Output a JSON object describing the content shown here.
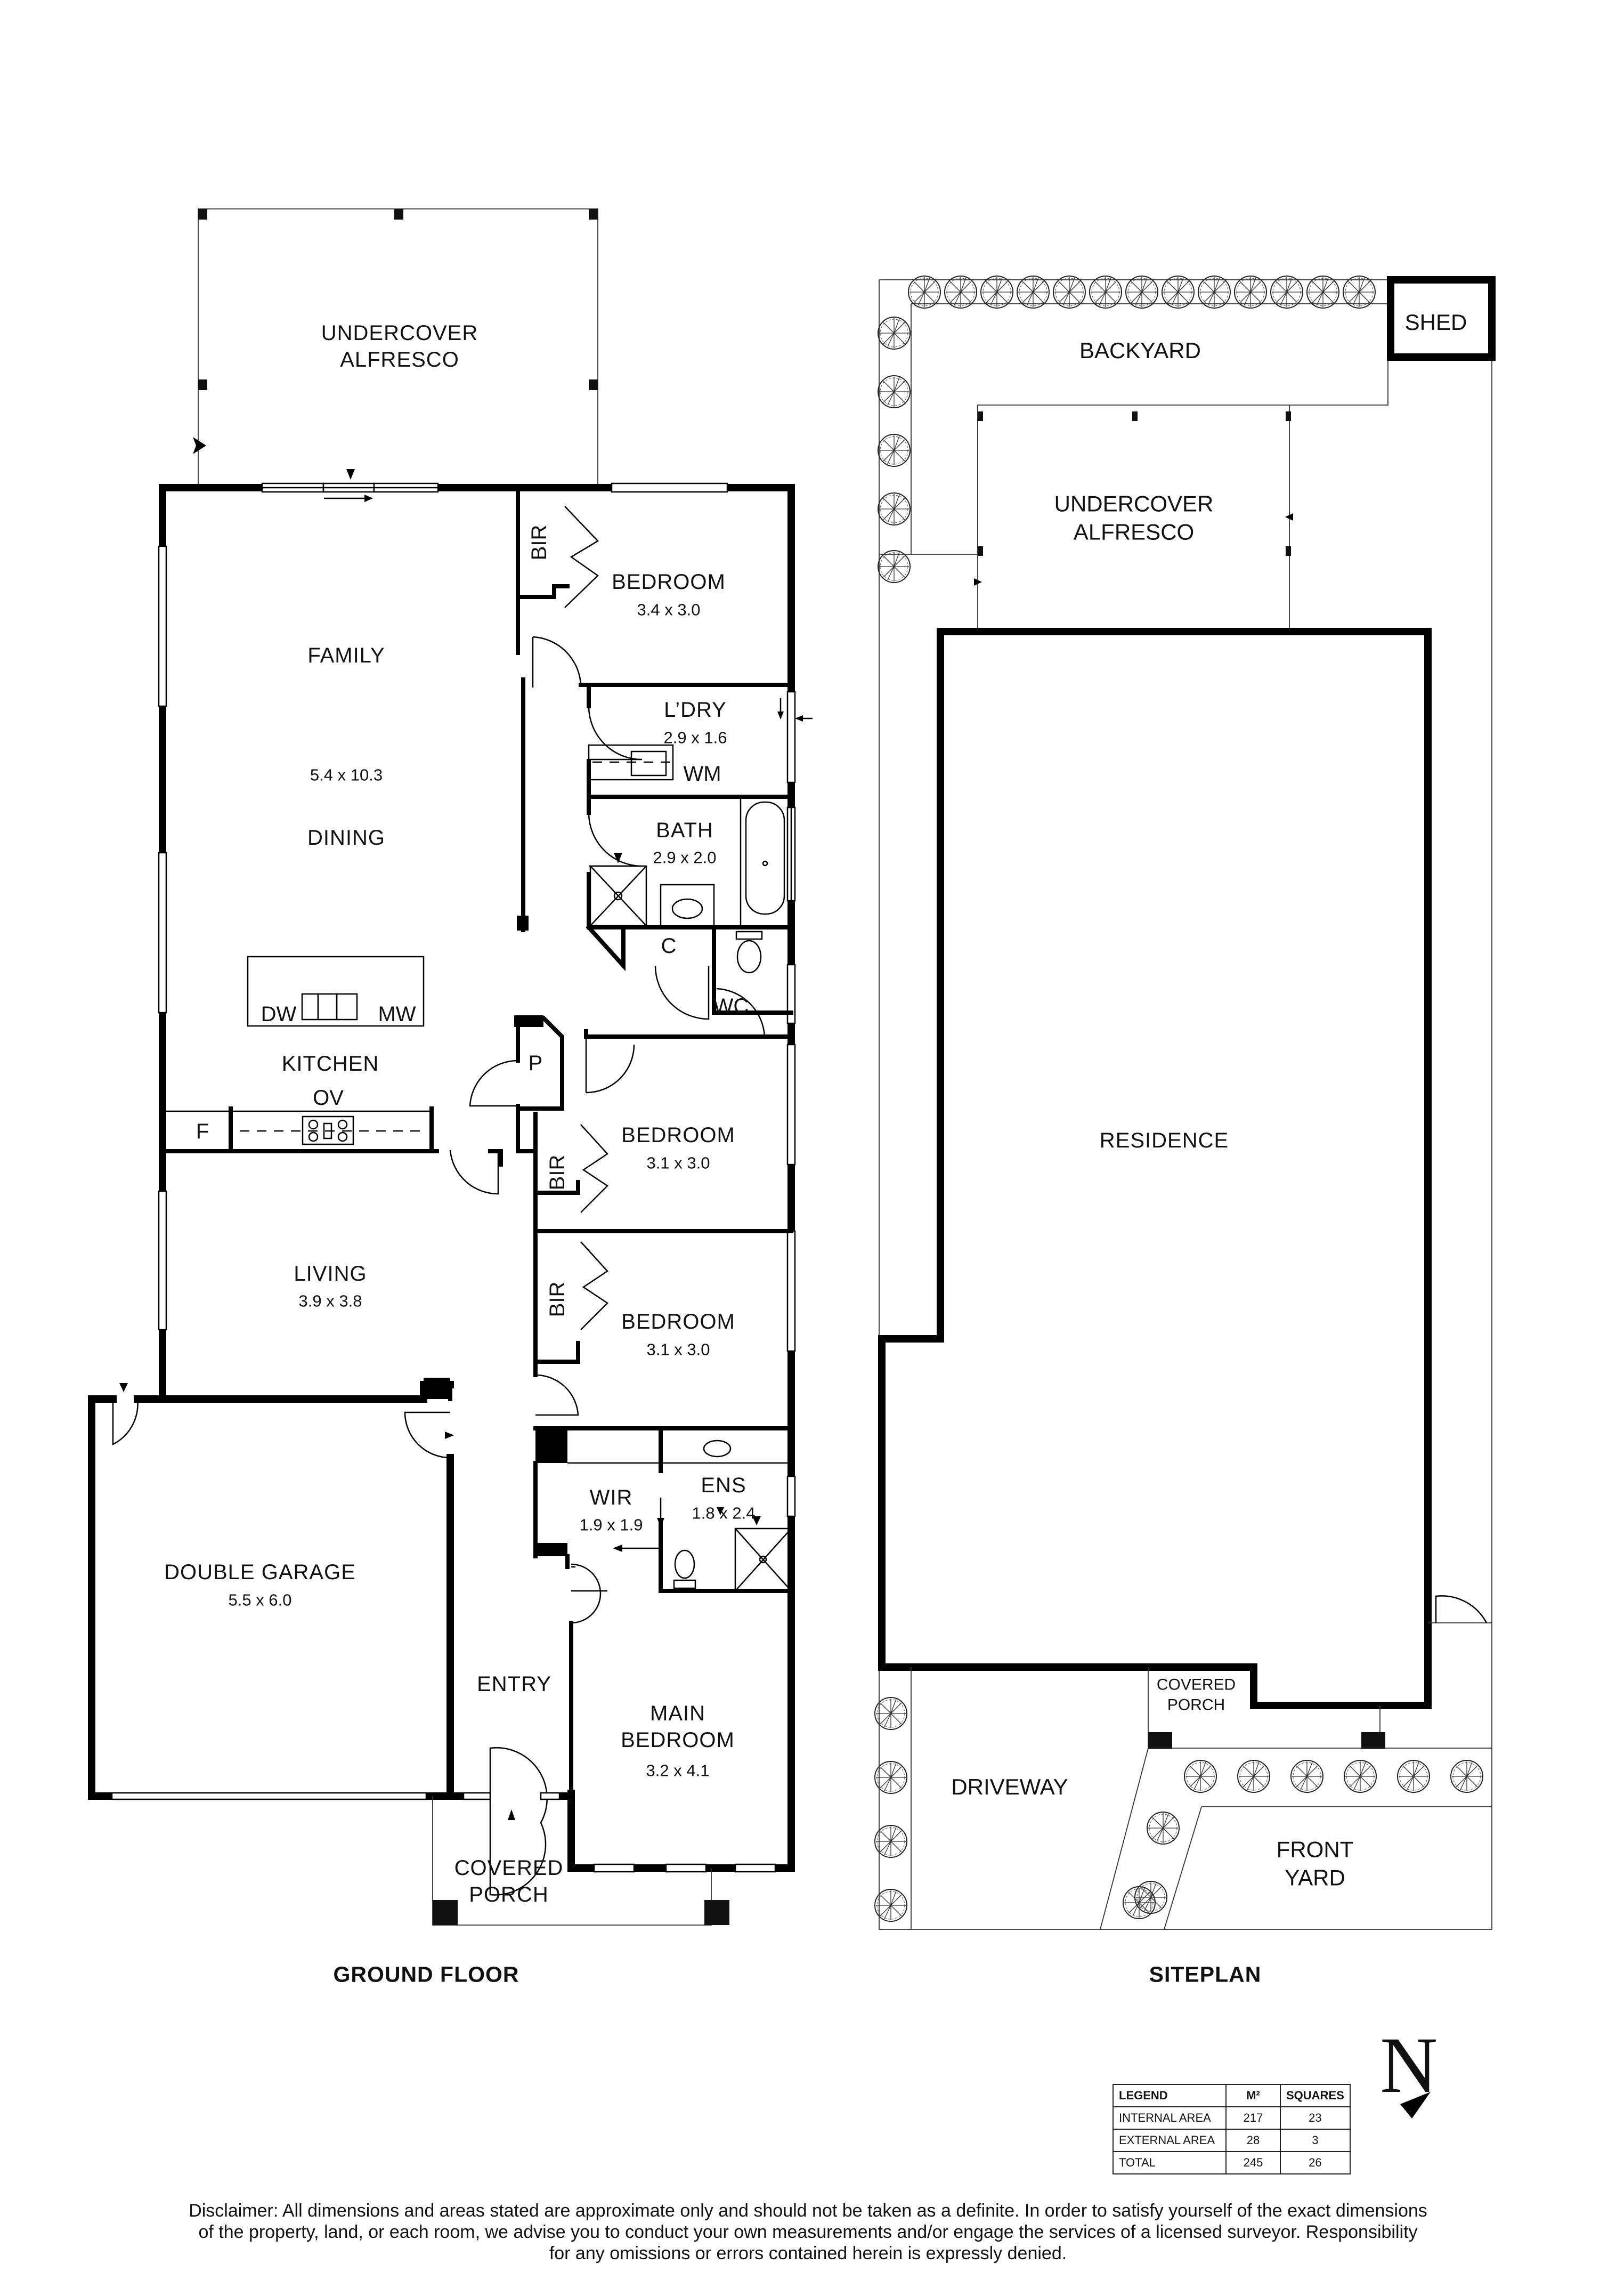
{
  "ground_floor": {
    "title": "GROUND FLOOR",
    "rooms": {
      "alfresco": {
        "name_line1": "UNDERCOVER",
        "name_line2": "ALFRESCO"
      },
      "family": {
        "name": "FAMILY",
        "dims": "5.4 x 10.3"
      },
      "dining": {
        "name": "DINING"
      },
      "kitchen": {
        "name": "KITCHEN"
      },
      "bedroom_2": {
        "name": "BEDROOM",
        "dims": "3.4 x 3.0"
      },
      "bir_1": {
        "name": "BIR"
      },
      "laundry": {
        "name": "L’DRY",
        "dims": "2.9 x 1.6"
      },
      "bath": {
        "name": "BATH",
        "dims": "2.9 x 2.0"
      },
      "cupboard": {
        "name": "C"
      },
      "wc": {
        "name": "WC"
      },
      "pantry": {
        "name": "P"
      },
      "bedroom_3": {
        "name": "BEDROOM",
        "dims": "3.1 x 3.0"
      },
      "bir_2": {
        "name": "BIR"
      },
      "bedroom_4": {
        "name": "BEDROOM",
        "dims": "3.1 x 3.0"
      },
      "bir_3": {
        "name": "BIR"
      },
      "living": {
        "name": "LIVING",
        "dims": "3.9 x 3.8"
      },
      "wir": {
        "name": "WIR",
        "dims": "1.9 x 1.9"
      },
      "ensuite": {
        "name": "ENS",
        "dims": "1.8 x 2.4"
      },
      "garage": {
        "name": "DOUBLE GARAGE",
        "dims": "5.5 x 6.0"
      },
      "entry": {
        "name": "ENTRY"
      },
      "main_bedroom": {
        "name_line1": "MAIN",
        "name_line2": "BEDROOM",
        "dims": "3.2 x 4.1"
      },
      "porch": {
        "name_line1": "COVERED",
        "name_line2": "PORCH"
      }
    },
    "fixtures": {
      "dishwasher": "DW",
      "microwave": "MW",
      "oven": "OV",
      "fridge": "F",
      "washing_machine": "WM"
    }
  },
  "siteplan": {
    "title": "SITEPLAN",
    "areas": {
      "backyard": "BACKYARD",
      "shed": "SHED",
      "alfresco_line1": "UNDERCOVER",
      "alfresco_line2": "ALFRESCO",
      "residence": "RESIDENCE",
      "porch_line1": "COVERED",
      "porch_line2": "PORCH",
      "driveway": "DRIVEWAY",
      "front_yard_line1": "FRONT",
      "front_yard_line2": "YARD"
    }
  },
  "north_arrow": {
    "label": "N"
  },
  "legend": {
    "headers": [
      "LEGEND",
      "M²",
      "SQUARES"
    ],
    "rows": [
      {
        "label": "INTERNAL AREA",
        "m2": "217",
        "squares": "23"
      },
      {
        "label": "EXTERNAL AREA",
        "m2": "28",
        "squares": "3"
      },
      {
        "label": "TOTAL",
        "m2": "245",
        "squares": "26"
      }
    ]
  },
  "disclaimer": {
    "line1": "Disclaimer: All dimensions and areas stated are approximate only and should not be taken as a definite. In order to satisfy yourself of the exact dimensions",
    "line2": "of the property, land, or each room, we advise you to conduct your own measurements and/or engage the services of a licensed surveyor. Responsibility",
    "line3": "for any omissions or errors contained herein is expressly denied."
  }
}
